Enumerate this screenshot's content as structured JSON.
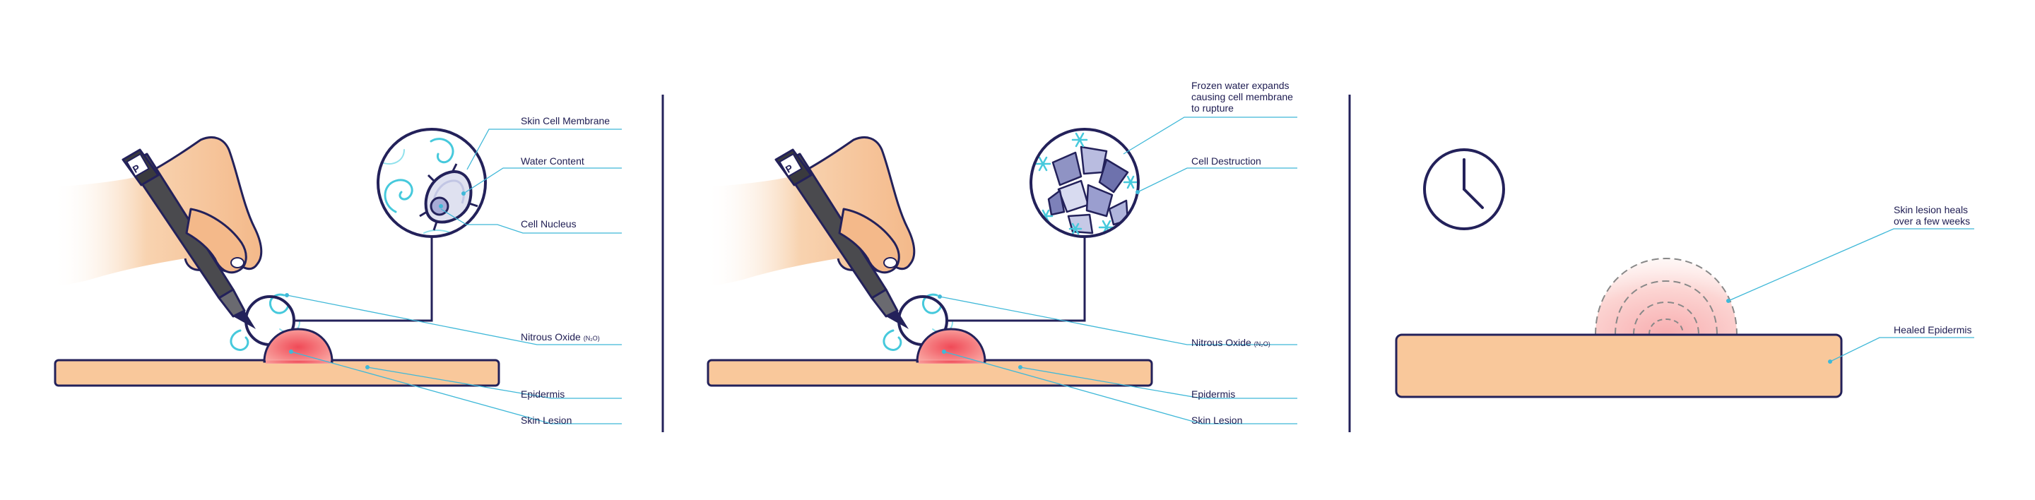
{
  "colors": {
    "navy": "#23215a",
    "leader": "#3fb8d8",
    "epidermis": "#f9c89b",
    "lesion": "#f06a6a",
    "cryo": "#46c9dc",
    "skin": "#f6c79c"
  },
  "panel1": {
    "labels": {
      "membrane": "Skin Cell Membrane",
      "water": "Water Content",
      "nucleus": "Cell Nucleus",
      "nitrous": "Nitrous Oxide",
      "nitrous_formula": "(N₂O)",
      "epidermis": "Epidermis",
      "lesion": "Skin Lesion"
    }
  },
  "panel2": {
    "labels": {
      "frozen_line1": "Frozen water expands",
      "frozen_line2": "causing cell membrane",
      "frozen_line3": "to rupture",
      "destruction": "Cell Destruction",
      "nitrous": "Nitrous Oxide",
      "nitrous_formula": "(N₂O)",
      "epidermis": "Epidermis",
      "lesion": "Skin Lesion"
    }
  },
  "panel3": {
    "labels": {
      "heals_line1": "Skin lesion heals",
      "heals_line2": "over a few weeks",
      "healed": "Healed Epidermis"
    }
  },
  "icons": [
    "cryo-pen-icon",
    "hand-icon",
    "clock-icon",
    "ice-crystal-icon",
    "snowflake-icon"
  ]
}
